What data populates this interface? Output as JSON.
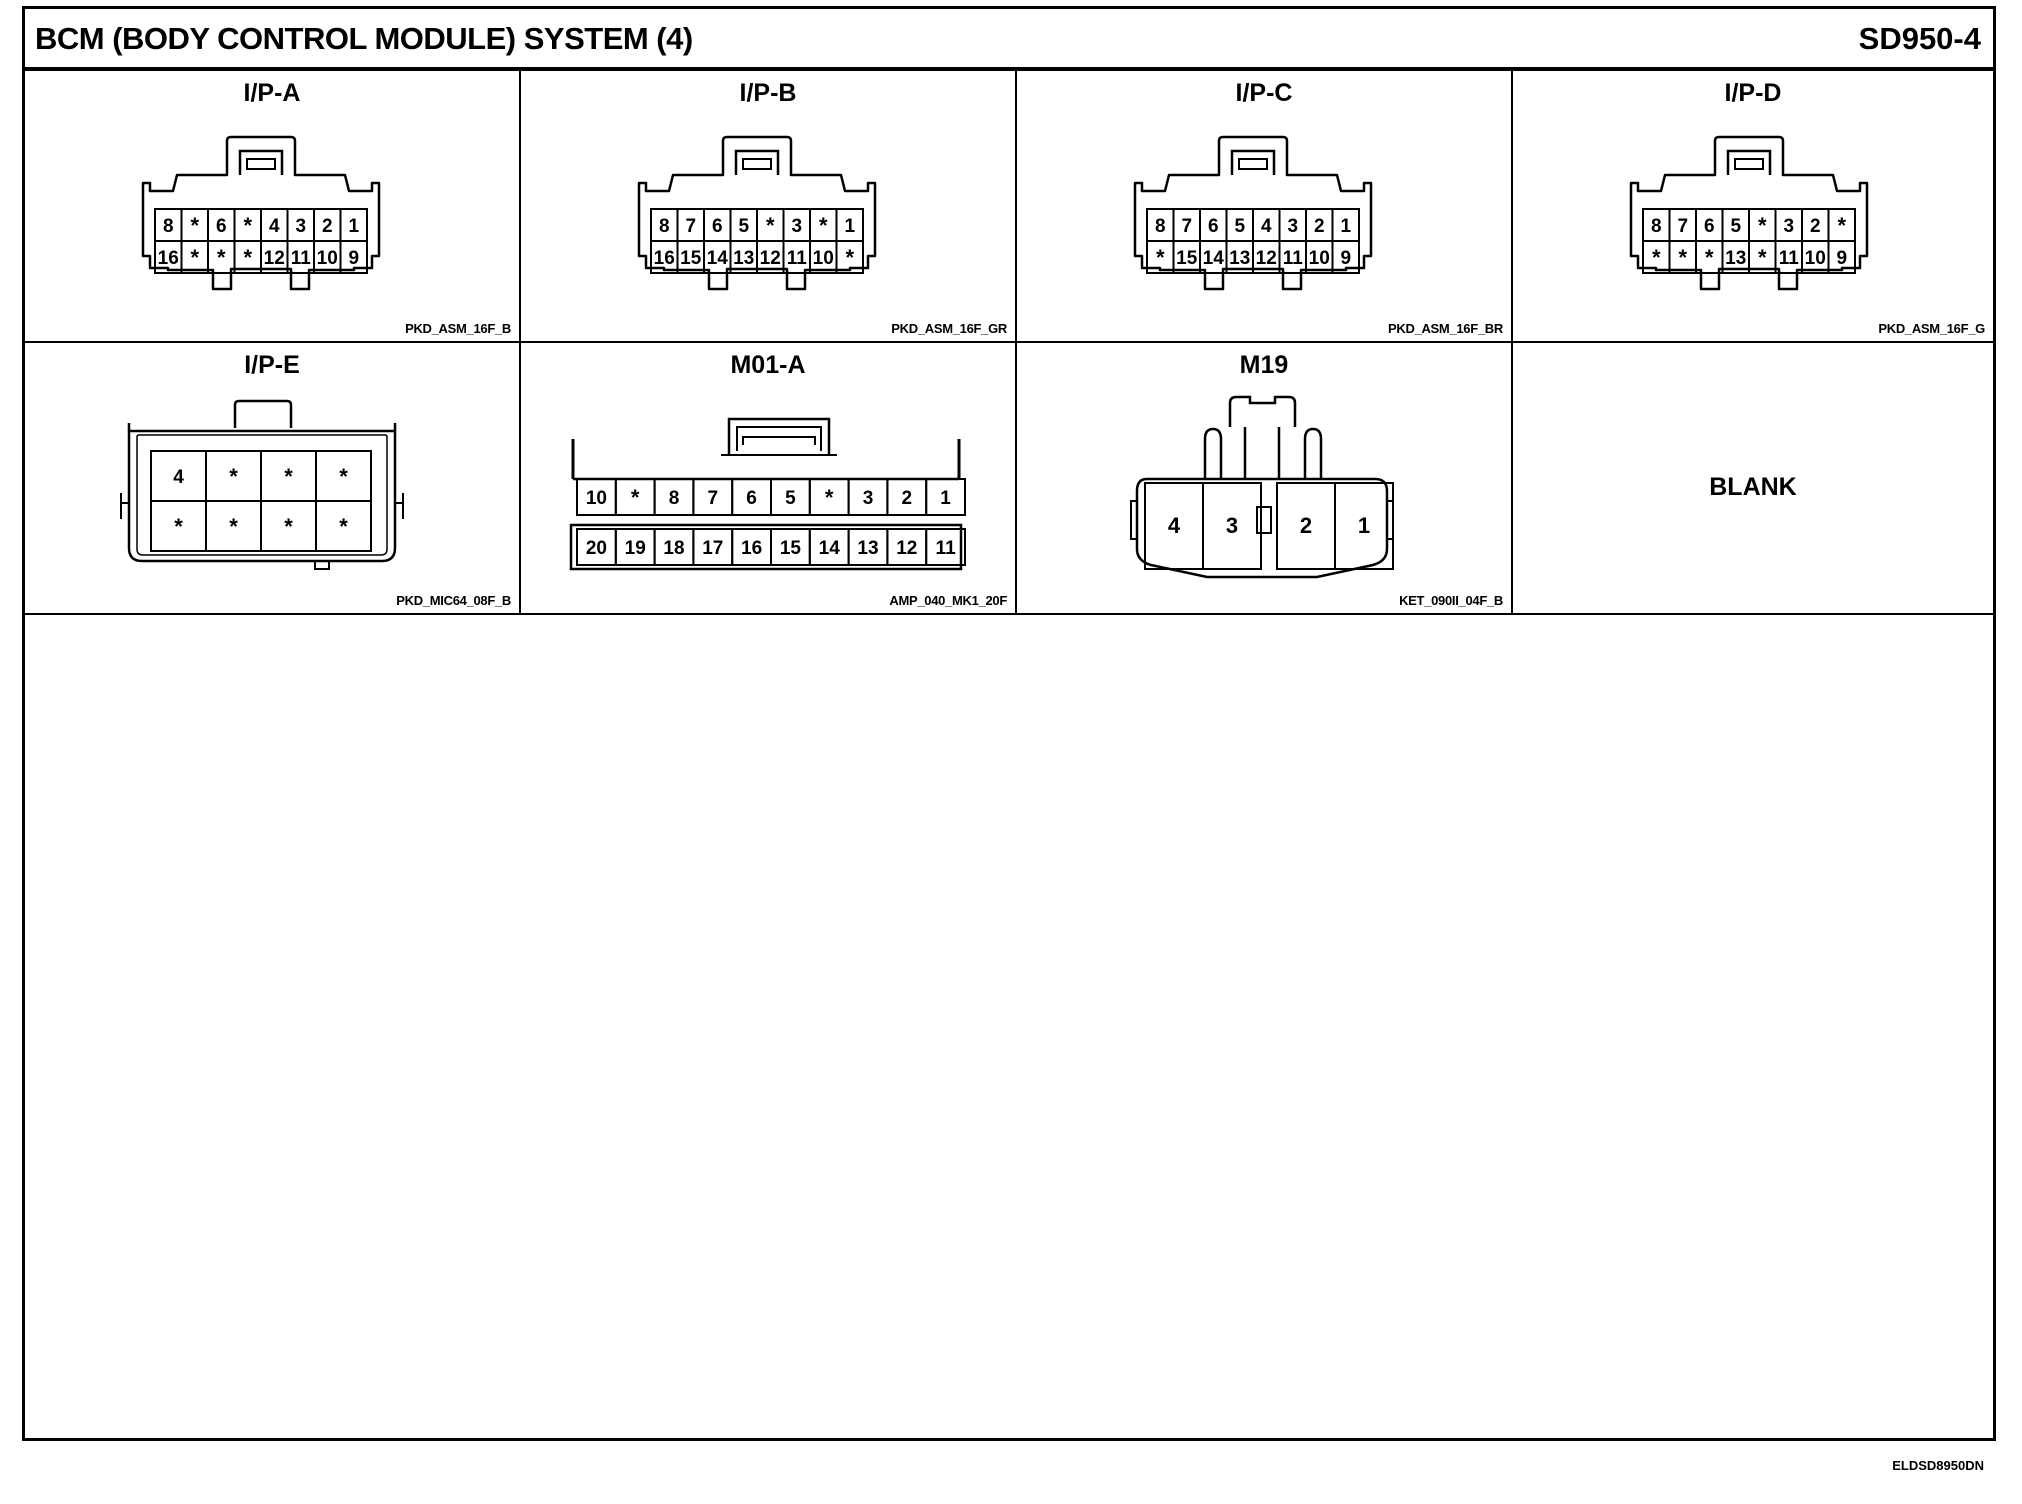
{
  "title": "BCM (BODY CONTROL MODULE) SYSTEM (4)",
  "page_code": "SD950-4",
  "doc_id": "ELDSD8950DN",
  "connectors": [
    {
      "name": "I/P-A",
      "part": "PKD_ASM_16F_B",
      "rows": [
        [
          "8",
          "*",
          "6",
          "*",
          "4",
          "3",
          "2",
          "1"
        ],
        [
          "16",
          "*",
          "*",
          "*",
          "12",
          "11",
          "10",
          "9"
        ]
      ]
    },
    {
      "name": "I/P-B",
      "part": "PKD_ASM_16F_GR",
      "rows": [
        [
          "8",
          "7",
          "6",
          "5",
          "*",
          "3",
          "*",
          "1"
        ],
        [
          "16",
          "15",
          "14",
          "13",
          "12",
          "11",
          "10",
          "*"
        ]
      ]
    },
    {
      "name": "I/P-C",
      "part": "PKD_ASM_16F_BR",
      "rows": [
        [
          "8",
          "7",
          "6",
          "5",
          "4",
          "3",
          "2",
          "1"
        ],
        [
          "*",
          "15",
          "14",
          "13",
          "12",
          "11",
          "10",
          "9"
        ]
      ]
    },
    {
      "name": "I/P-D",
      "part": "PKD_ASM_16F_G",
      "rows": [
        [
          "8",
          "7",
          "6",
          "5",
          "*",
          "3",
          "2",
          "*"
        ],
        [
          "*",
          "*",
          "*",
          "13",
          "*",
          "11",
          "10",
          "9"
        ]
      ]
    },
    {
      "name": "I/P-E",
      "part": "PKD_MIC64_08F_B",
      "rows": [
        [
          "4",
          "*",
          "*",
          "*"
        ],
        [
          "*",
          "*",
          "*",
          "*"
        ]
      ]
    },
    {
      "name": "M01-A",
      "part": "AMP_040_MK1_20F",
      "rows": [
        [
          "10",
          "*",
          "8",
          "7",
          "6",
          "5",
          "*",
          "3",
          "2",
          "1"
        ],
        [
          "20",
          "19",
          "18",
          "17",
          "16",
          "15",
          "14",
          "13",
          "12",
          "11"
        ]
      ]
    },
    {
      "name": "M19",
      "part": "KET_090II_04F_B",
      "rows": [
        [
          "4",
          "3",
          "2",
          "1"
        ]
      ]
    }
  ],
  "blank_label": "BLANK"
}
